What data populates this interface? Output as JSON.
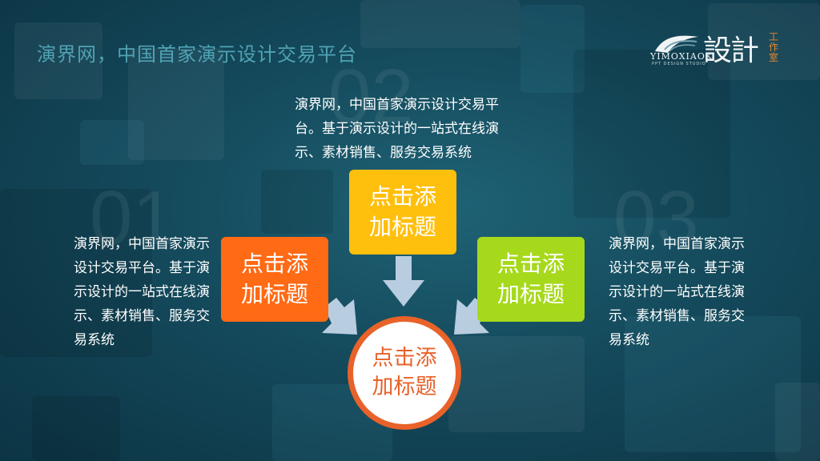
{
  "header": {
    "title": "演界网，中国首家演示设计交易平台"
  },
  "logo": {
    "english": "YIMOXIAOK",
    "english_small": "PPT DESIGN STUDIO",
    "chinese": "設計",
    "vertical": "工作室"
  },
  "diagram": {
    "numbers": [
      "01",
      "02",
      "03"
    ],
    "center": {
      "label": "点击添加标题",
      "color": "#e8622a"
    },
    "nodes": [
      {
        "id": "left",
        "label": "点击添加标题",
        "color": "#ff6a14",
        "description": "演界网，中国首家演示设计交易平台。基于演示设计的一站式在线演示、素材销售、服务交易系统"
      },
      {
        "id": "top",
        "label": "点击添加标题",
        "color": "#ffbf0d",
        "description": "演界网，中国首家演示设计交易平台。基于演示设计的一站式在线演示、素材销售、服务交易系统"
      },
      {
        "id": "right",
        "label": "点击添加标题",
        "color": "#a6d91c",
        "description": "演界网，中国首家演示设计交易平台。基于演示设计的一站式在线演示、素材销售、服务交易系统"
      }
    ],
    "arrow_color": "#b9cde0"
  }
}
